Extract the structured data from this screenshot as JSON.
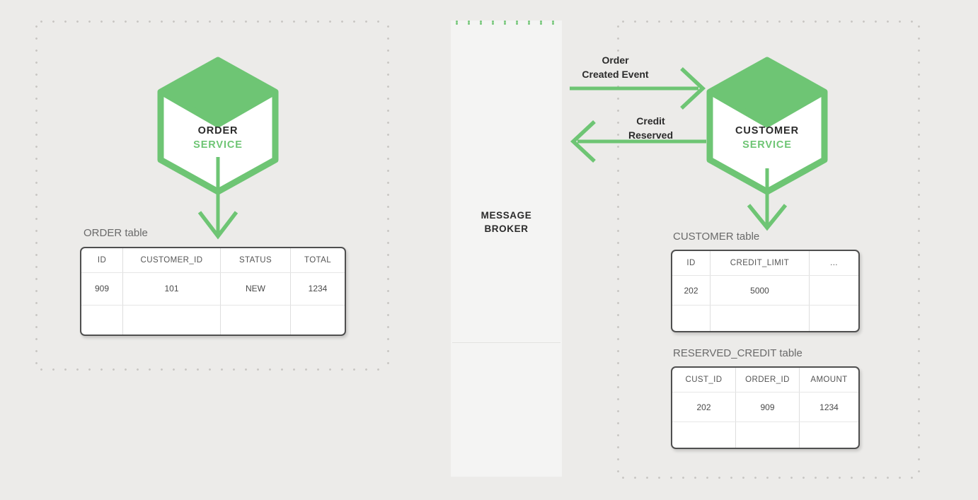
{
  "diagram": {
    "background_color": "#ecebe9",
    "accent_green": "#6ec574",
    "boundary_color": "#c9c7c4"
  },
  "left_panel": {
    "name": "order-service-boundary"
  },
  "right_panel": {
    "name": "customer-service-boundary"
  },
  "broker": {
    "label_line1": "MESSAGE",
    "label_line2": "BROKER"
  },
  "services": {
    "order": {
      "title": "ORDER",
      "subtitle": "SERVICE"
    },
    "customer": {
      "title": "CUSTOMER",
      "subtitle": "SERVICE"
    }
  },
  "messages": [
    {
      "id": "order-created-event",
      "line1": "Order",
      "line2": "Created Event",
      "direction": "right"
    },
    {
      "id": "credit-reserved",
      "line1": "Credit",
      "line2": "Reserved",
      "direction": "left"
    }
  ],
  "tables": {
    "order": {
      "label": "ORDER table",
      "columns": [
        "ID",
        "CUSTOMER_ID",
        "STATUS",
        "TOTAL"
      ],
      "rows": [
        [
          "909",
          "101",
          "NEW",
          "1234"
        ]
      ]
    },
    "customer": {
      "label": "CUSTOMER table",
      "columns": [
        "ID",
        "CREDIT_LIMIT",
        "..."
      ],
      "rows": [
        [
          "202",
          "5000",
          ""
        ]
      ]
    },
    "reserved_credit": {
      "label": "RESERVED_CREDIT table",
      "columns": [
        "CUST_ID",
        "ORDER_ID",
        "AMOUNT"
      ],
      "rows": [
        [
          "202",
          "909",
          "1234"
        ]
      ]
    }
  }
}
